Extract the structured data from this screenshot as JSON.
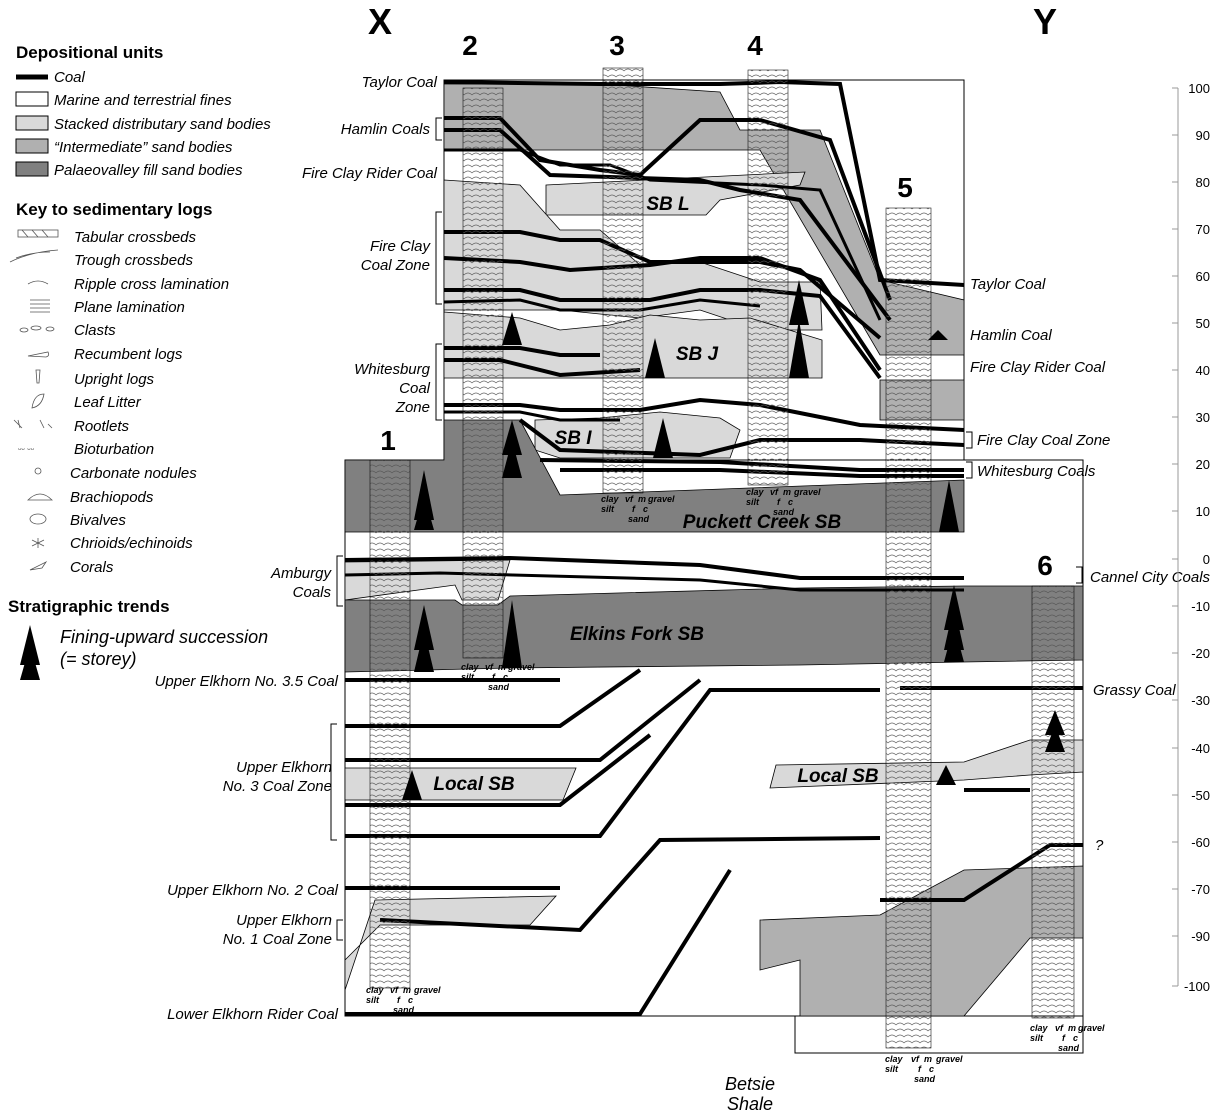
{
  "section_labels": {
    "left": "X",
    "right": "Y"
  },
  "section_numbers": [
    "1",
    "2",
    "3",
    "4",
    "5",
    "6"
  ],
  "legend": {
    "depositional_title": "Depositional units",
    "depositional": [
      {
        "label": "Coal",
        "fill": "#000000"
      },
      {
        "label": "Marine and terrestrial fines",
        "fill": "#ffffff"
      },
      {
        "label": "Stacked distributary sand bodies",
        "fill": "#d9d9d9"
      },
      {
        "label": "“Intermediate” sand bodies",
        "fill": "#b0b0b0"
      },
      {
        "label": "Palaeovalley fill sand bodies",
        "fill": "#808080"
      }
    ],
    "key_title": "Key to sedimentary logs",
    "key": [
      {
        "label": "Tabular crossbeds",
        "icon": "tabular-crossbeds-icon"
      },
      {
        "label": "Trough crossbeds",
        "icon": "trough-crossbeds-icon"
      },
      {
        "label": "Ripple cross lamination",
        "icon": "ripple-icon"
      },
      {
        "label": "Plane lamination",
        "icon": "plane-lamination-icon"
      },
      {
        "label": "Clasts",
        "icon": "clasts-icon"
      },
      {
        "label": "Recumbent logs",
        "icon": "recumbent-log-icon"
      },
      {
        "label": "Upright logs",
        "icon": "upright-log-icon"
      },
      {
        "label": "Leaf Litter",
        "icon": "leaf-icon"
      },
      {
        "label": "Rootlets",
        "icon": "rootlets-icon"
      },
      {
        "label": "Bioturbation",
        "icon": "bioturbation-icon"
      },
      {
        "label": "Carbonate nodules",
        "icon": "nodule-icon"
      },
      {
        "label": "Brachiopods",
        "icon": "brachiopod-icon"
      },
      {
        "label": "Bivalves",
        "icon": "bivalve-icon"
      },
      {
        "label": "Chrioids/echinoids",
        "icon": "echinoid-icon"
      },
      {
        "label": "Corals",
        "icon": "coral-icon"
      }
    ],
    "trends_title": "Stratigraphic trends",
    "fining_line1": "Fining-upward succession",
    "fining_line2": "(= storey)"
  },
  "left_units": {
    "taylor": "Taylor Coal",
    "hamlin": "Hamlin Coals",
    "fcrider": "Fire Clay Rider Coal",
    "fcz1": "Fire Clay",
    "fcz2": "Coal Zone",
    "wb1": "Whitesburg",
    "wb2": "Coal",
    "wb3": "Zone",
    "amb1": "Amburgy",
    "amb2": "Coals",
    "ue35": "Upper Elkhorn No. 3.5 Coal",
    "ue3a": "Upper Elkhorn",
    "ue3b": "No. 3 Coal Zone",
    "ue2": "Upper Elkhorn No. 2 Coal",
    "ue1a": "Upper Elkhorn",
    "ue1b": "No. 1 Coal Zone",
    "lerider": "Lower Elkhorn Rider Coal"
  },
  "right_units": {
    "taylor": "Taylor Coal",
    "hamlin": "Hamlin Coal",
    "fcrider": "Fire Clay Rider Coal",
    "fcz": "Fire Clay Coal Zone",
    "wb": "Whitesburg Coals",
    "cannel": "Cannel City Coals",
    "grassy": "Grassy Coal",
    "q": "?"
  },
  "sand_bodies": {
    "sbl": "SB L",
    "sbj": "SB J",
    "sbi": "SB I",
    "puckett": "Puckett Creek SB",
    "elkins": "Elkins Fork SB",
    "local1": "Local SB",
    "local2": "Local SB"
  },
  "grain_scale": {
    "clay": "clay",
    "silt": "silt",
    "vf": "vf",
    "f": "f",
    "m": "m",
    "c": "c",
    "gravel": "gravel",
    "sand": "sand"
  },
  "formation": {
    "line1": "Betsie",
    "line2": "Shale"
  },
  "depth_scale": {
    "ticks": [
      "100",
      "90",
      "80",
      "70",
      "60",
      "50",
      "40",
      "30",
      "20",
      "10",
      "0",
      "-10",
      "-20",
      "-30",
      "-40",
      "-50",
      "-60",
      "-70",
      "-90",
      "-100"
    ]
  }
}
